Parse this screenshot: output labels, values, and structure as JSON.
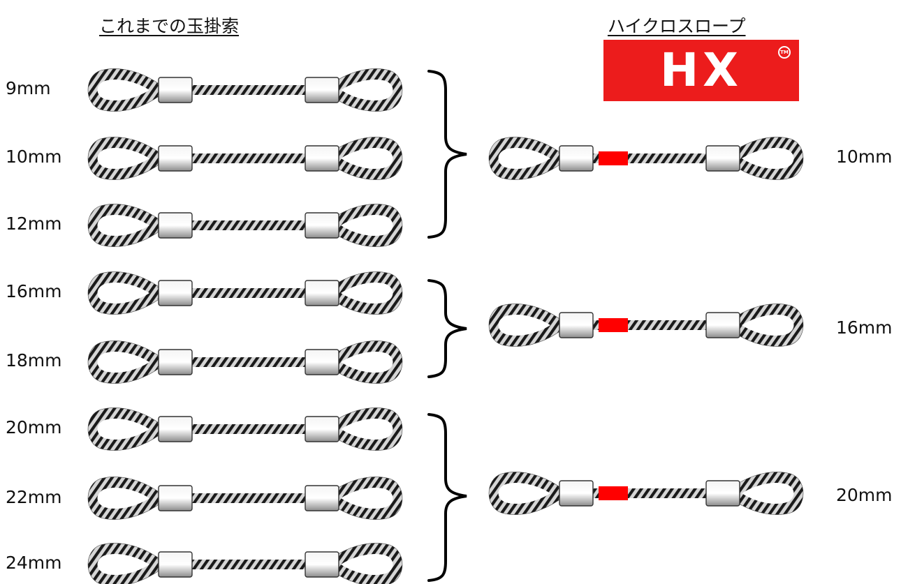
{
  "headings": {
    "conventional": "これまでの玉掛索",
    "hicross": "ハイクロスロープ"
  },
  "logo": {
    "text": "HX",
    "trademark": "TM",
    "color": "#ec1c1c"
  },
  "conventional_slings": [
    {
      "size": "9mm"
    },
    {
      "size": "10mm"
    },
    {
      "size": "12mm"
    },
    {
      "size": "16mm"
    },
    {
      "size": "18mm"
    },
    {
      "size": "20mm"
    },
    {
      "size": "22mm"
    },
    {
      "size": "24mm"
    }
  ],
  "hicross_slings": [
    {
      "size": "10mm",
      "replaces": [
        "9mm",
        "10mm",
        "12mm"
      ]
    },
    {
      "size": "16mm",
      "replaces": [
        "16mm",
        "18mm"
      ]
    },
    {
      "size": "20mm",
      "replaces": [
        "20mm",
        "22mm",
        "24mm"
      ]
    }
  ],
  "colors": {
    "rope_light": "#d6d6d6",
    "rope_dark": "#1a1a1a",
    "sleeve_light": "#f4f4f4",
    "sleeve_dark": "#8c8c8c",
    "marker_red": "#ff0000",
    "brace": "#000000"
  }
}
